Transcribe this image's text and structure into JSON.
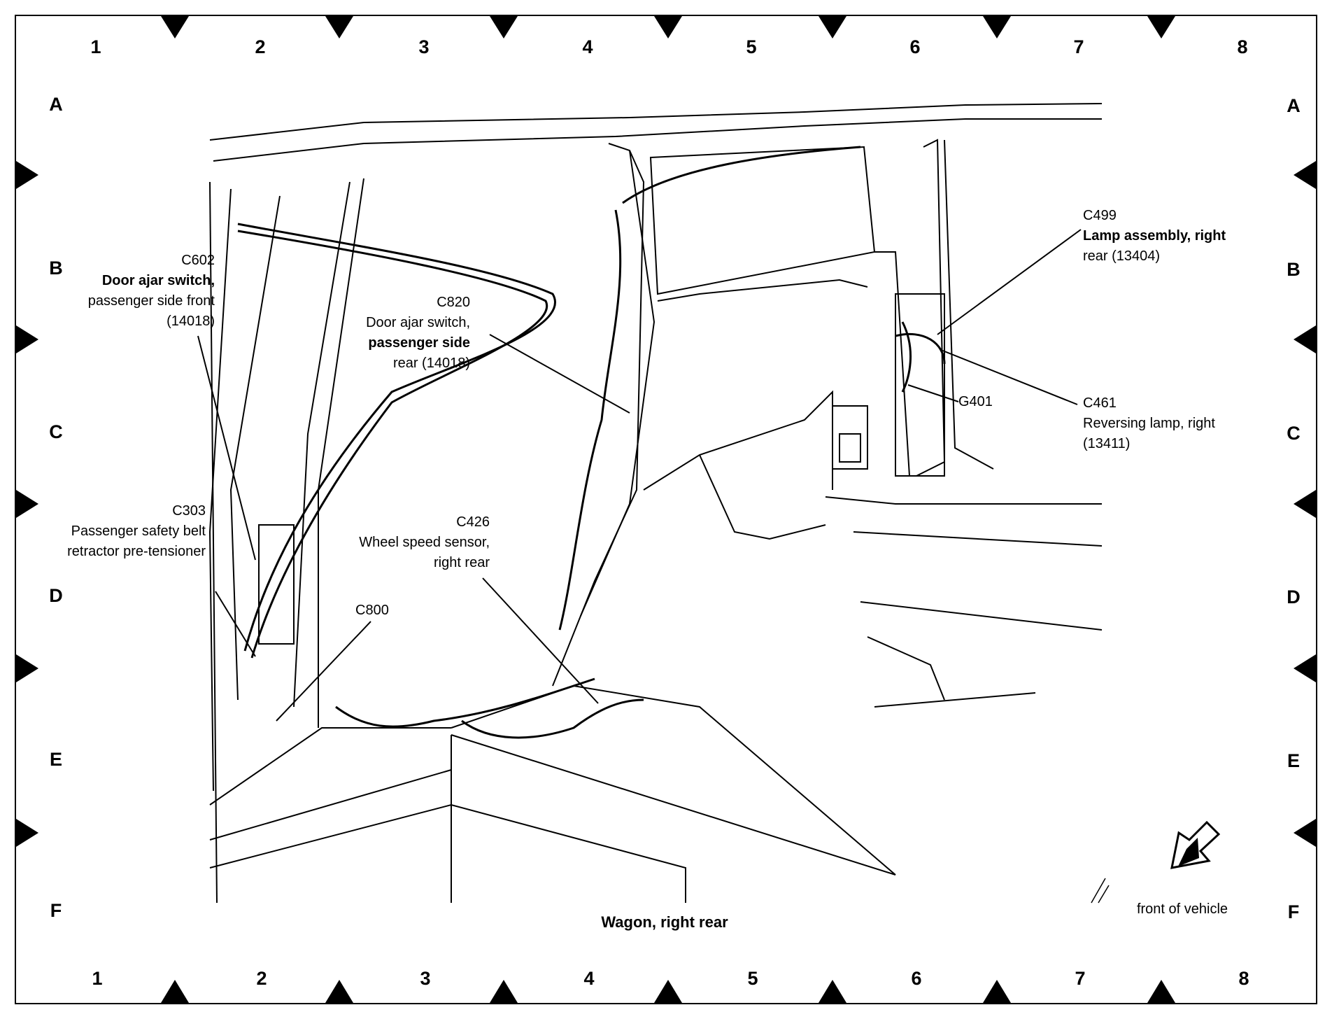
{
  "grid": {
    "columns": [
      "1",
      "2",
      "3",
      "4",
      "5",
      "6",
      "7",
      "8"
    ],
    "rows": [
      "A",
      "B",
      "C",
      "D",
      "E",
      "F"
    ]
  },
  "callouts": {
    "c602": {
      "id": "C602",
      "desc_bold": "Door ajar switch,",
      "desc": "passenger side front (14018)"
    },
    "c820": {
      "id": "C820",
      "desc1": "Door ajar switch,",
      "desc2_bold": "passenger side",
      "desc3": "rear (14018)"
    },
    "c303": {
      "id": "C303",
      "desc": "Passenger safety belt retractor pre-tensioner"
    },
    "c426": {
      "id": "C426",
      "desc": "Wheel speed sensor, right rear"
    },
    "c800": {
      "id": "C800"
    },
    "c499": {
      "id": "C499",
      "desc1_bold": "Lamp assembly, right",
      "desc2": "rear (13404)"
    },
    "g401": {
      "id": "G401"
    },
    "c461": {
      "id": "C461",
      "desc": "Reversing lamp, right (13411)"
    }
  },
  "caption": "Wagon, right rear",
  "front_label": "front of vehicle"
}
